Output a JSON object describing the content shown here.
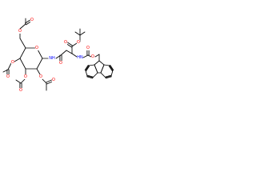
{
  "molecule": {
    "atom_labels": {
      "oxygen": "O",
      "nitrogen_h": "NH",
      "hydrogen_n": "HN"
    },
    "colors": {
      "bond": "#000000",
      "oxygen": "#ff0000",
      "nitrogen": "#0000ff",
      "background": "#ffffff"
    }
  }
}
